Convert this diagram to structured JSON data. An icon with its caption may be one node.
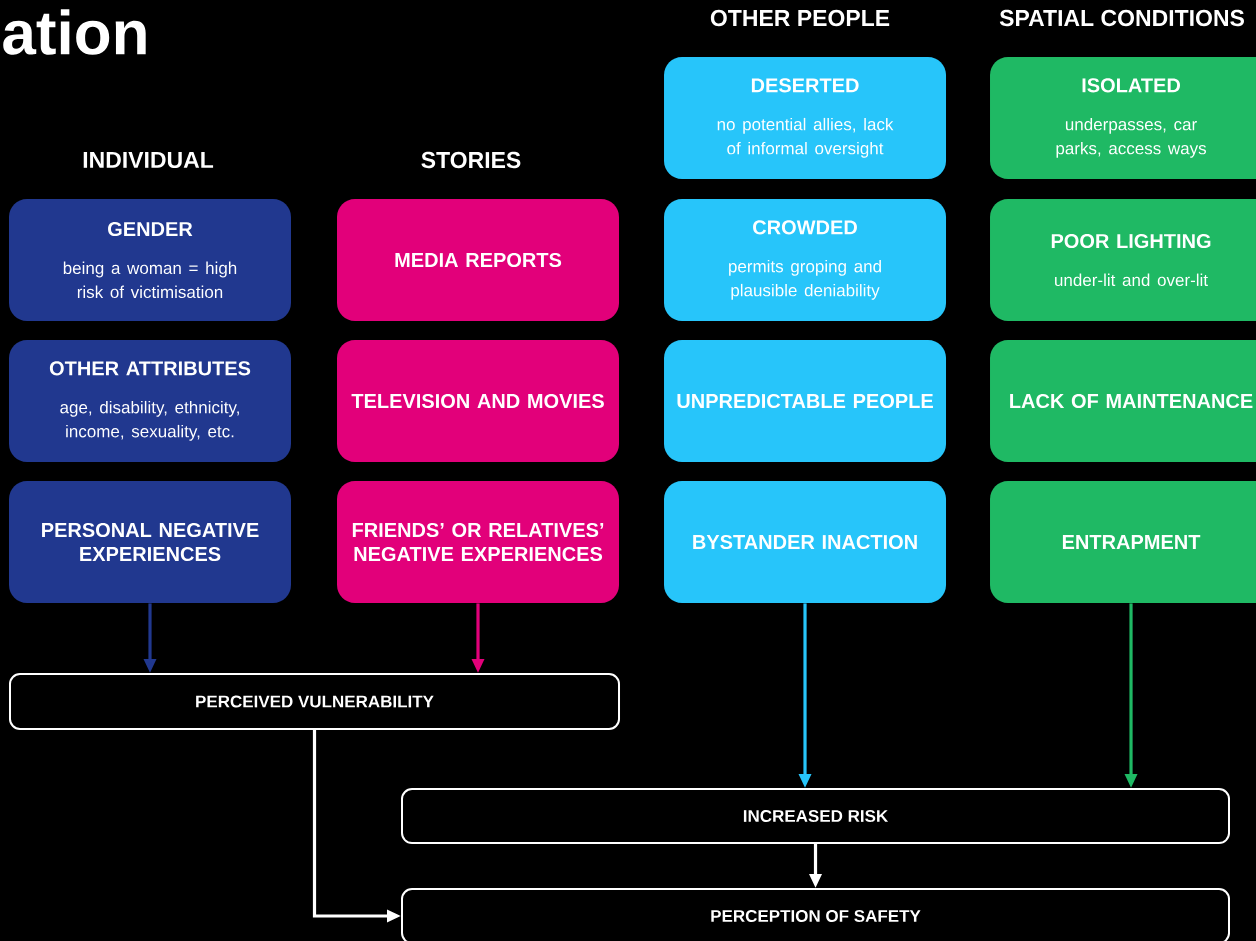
{
  "diagram": {
    "title": "ation",
    "nodes": [
      {
        "text": [
          "GENDER",
          "being a woman = high risk of victimisation"
        ]
      },
      {
        "text": [
          "OTHER ATTRIBUTES",
          "age, disability, ethnicity, income, sexuality, etc."
        ]
      },
      {
        "text": [
          "PERSONAL NEGATIVE EXPERIENCES"
        ]
      },
      {
        "text": [
          "MEDIA REPORTS"
        ]
      },
      {
        "text": [
          "TELEVISION AND MOVIES"
        ]
      },
      {
        "text": [
          "FRIENDS’ OR RELATIVES’ NEGATIVE EXPERIENCES"
        ]
      },
      {
        "text": [
          "DESERTED",
          "no potential allies, lack of informal oversight"
        ]
      },
      {
        "text": [
          "CROWDED",
          "permits groping and plausible deniability"
        ]
      },
      {
        "text": [
          "UNPREDICTABLE PEOPLE"
        ]
      },
      {
        "text": [
          "BYSTANDER INACTION"
        ]
      },
      {
        "text": [
          "ISOLATED",
          "underpasses, car parks, access ways"
        ]
      },
      {
        "text": [
          "POOR LIGHTING",
          "under-lit and over-lit"
        ]
      },
      {
        "text": [
          "LACK OF MAINTENANCE"
        ]
      },
      {
        "text": [
          "ENTRAPMENT"
        ]
      },
      {
        "text": [
          "PERCEIVED VULNERABILITY"
        ]
      },
      {
        "text": [
          "INCREASED RISK"
        ]
      },
      {
        "text": [
          "PERCEPTION OF SAFETY"
        ]
      }
    ],
    "edges": [
      {
        "from": 2,
        "to": 14,
        "arrow": "to",
        "color": "#21388f"
      },
      {
        "from": 5,
        "to": 14,
        "arrow": "to",
        "color": "#e2007a"
      },
      {
        "from": 9,
        "to": 15,
        "arrow": "to",
        "color": "#27c5fa"
      },
      {
        "from": 13,
        "to": 15,
        "arrow": "to",
        "color": "#1fb964"
      },
      {
        "from": 14,
        "to": 16,
        "arrow": "to",
        "color": "#ffffff"
      },
      {
        "from": 15,
        "to": 16,
        "arrow": "to",
        "color": "#ffffff"
      }
    ],
    "labels": [
      "INDIVIDUAL",
      "STORIES",
      "OTHER PEOPLE",
      "SPATIAL CONDITIONS"
    ]
  }
}
